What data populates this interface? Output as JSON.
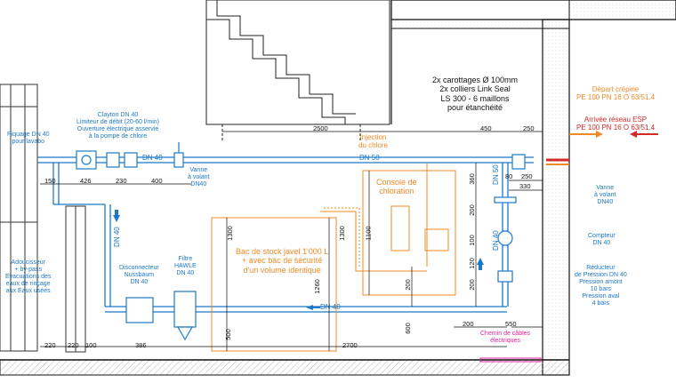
{
  "labels": {
    "carottages": [
      "2x carottages Ø 100mm",
      "2x colliers Link Seal",
      "LS 300 - 6 maillons",
      "pour étanchéité"
    ],
    "depart": [
      "Départ crépine",
      "PE 100 PN 16  O 63/51.4"
    ],
    "arrivee": [
      "Arrivée réseau ESP",
      "PE 100 PN 16  O 63/51.4"
    ],
    "injection": [
      "Injection",
      "du chlore"
    ],
    "console": [
      "Console de",
      "chloration"
    ],
    "bac": [
      "Bac de stock javel 1'000 L",
      "+ avec bac de sécurité",
      "d'un volume identique"
    ],
    "piquage": [
      "Piquage DN 40",
      "pour lavabo"
    ],
    "clayton": [
      "Clayton DN 40",
      "Limiteur de débit (20-60 l/min)",
      "Ouverture électrique asservie",
      "à la pompe de chlore"
    ],
    "vanne_left": [
      "Vanne",
      "à volant",
      "DN40"
    ],
    "vanne_right": [
      "Vanne",
      "à volant",
      "DN40"
    ],
    "compteur": [
      "Compteur",
      "DN 40"
    ],
    "reducteur": [
      "Réducteur",
      "de Pression DN 40",
      "Pression amont",
      "10 bars",
      "Pression aval",
      "4 bars"
    ],
    "adoucisseur": [
      "Adoucisseur",
      "+ by-pass",
      "Evacuations des",
      "eaux de rinçage",
      "aux Eaux usées"
    ],
    "disconnecteur": [
      "Disconnecteur",
      "Nussbaum",
      "DN 40"
    ],
    "filtre": [
      "Filtre",
      "HAWLE",
      "DN 40"
    ],
    "chemin": [
      "Chemin de câbles",
      "électriques"
    ]
  },
  "pipe_labels": {
    "dn40_top": "DN 40",
    "dn50_top": "DN 50",
    "dn40_bottom": "DN 40",
    "dn40_vertical_left": "DN 40",
    "dn50_vertical_right": "DN 50",
    "dn40_vertical_right": "DN 40"
  },
  "dimensions": {
    "d2500": "2500",
    "d450": "450",
    "d250_top": "250",
    "d80": "80",
    "d250_mid": "250",
    "d330": "330",
    "d150": "150",
    "d426": "426",
    "d230": "230",
    "d400": "400",
    "d360": "360",
    "d200_r1": "200",
    "d100_r": "100",
    "d120": "120",
    "d200_r2": "200",
    "d1300_a": "1300",
    "d1300_b": "1300",
    "d1100": "1100",
    "d1260": "1260",
    "d200_c": "200",
    "d500": "500",
    "d600": "600",
    "d200_b": "200",
    "d550": "550",
    "b220_a": "220",
    "b220_b": "220",
    "b100": "100",
    "b386": "386",
    "b2700": "2700"
  },
  "colors": {
    "pipe_blue": "#1c79c8",
    "orange": "#f08a24",
    "red": "#d42a2a",
    "magenta": "#e0219d",
    "wall_hatch": "#9a9a9a"
  }
}
